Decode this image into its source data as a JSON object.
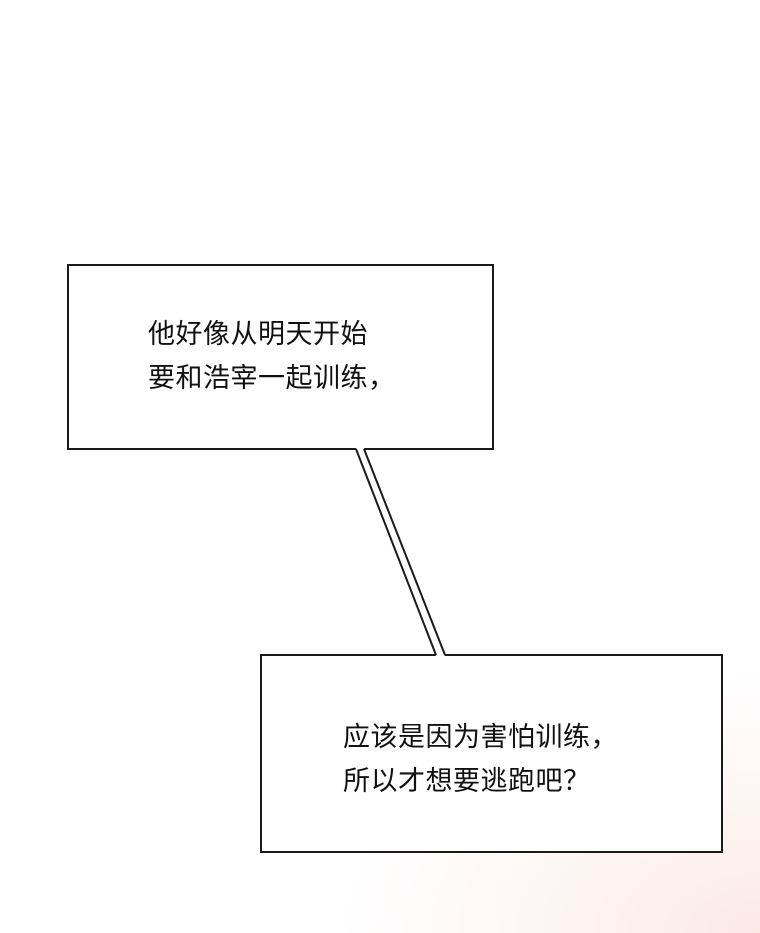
{
  "caption_top": {
    "lines": [
      "他好像从明天开始",
      "要和浩宰一起训练，"
    ]
  },
  "caption_bottom": {
    "lines": [
      "应该是因为害怕训练，",
      "所以才想要逃跑吧？"
    ]
  },
  "colors": {
    "border": "#1a1a1a",
    "background": "#ffffff",
    "tint": "#fbe9e6"
  }
}
